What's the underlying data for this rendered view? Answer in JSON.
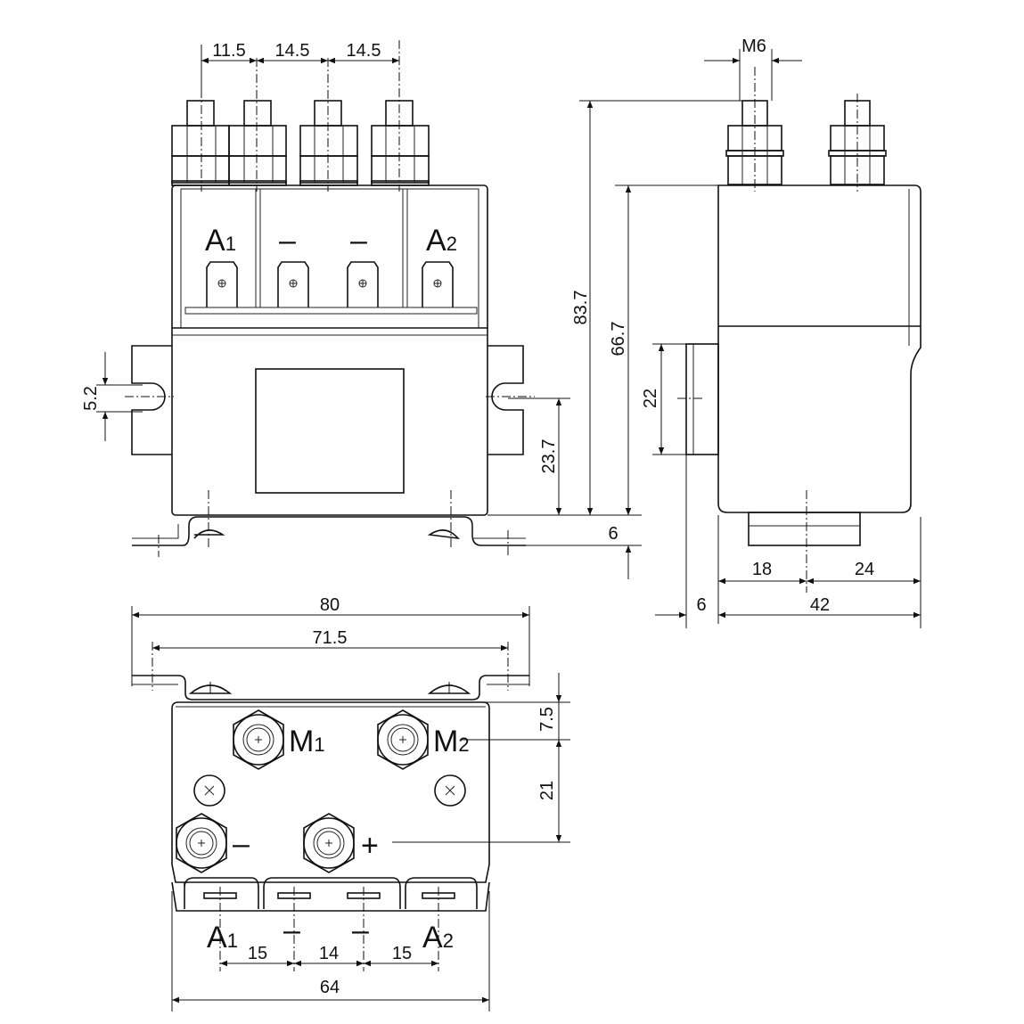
{
  "front_view": {
    "stud_spacing": [
      "11.5",
      "14.5",
      "14.5"
    ],
    "terminal_labels": {
      "a1": "A",
      "a1_sub": "1",
      "minus1": "–",
      "minus2": "–",
      "a2": "A",
      "a2_sub": "2"
    },
    "height_total": "83.7",
    "height_body": "66.7",
    "mount_height": "23.7",
    "slot_width": "5.2",
    "bracket_height": "6"
  },
  "side_view": {
    "thread": "M6",
    "ear_height": "22",
    "offset_left": "18",
    "offset_right": "24",
    "ear_depth": "6",
    "depth": "42"
  },
  "bottom_view": {
    "overall_width": "80",
    "mount_spacing": "71.5",
    "top_offset": "7.5",
    "terminal_row_spacing": "21",
    "body_width": "64",
    "tab_spacing": [
      "15",
      "14",
      "15"
    ],
    "terminal_labels": {
      "m1": "M",
      "m1_sub": "1",
      "m2": "M",
      "m2_sub": "2",
      "minus": "–",
      "plus": "+",
      "a1": "A",
      "a1_sub": "1",
      "minus1": "–",
      "minus2": "–",
      "a2": "A",
      "a2_sub": "2"
    }
  }
}
